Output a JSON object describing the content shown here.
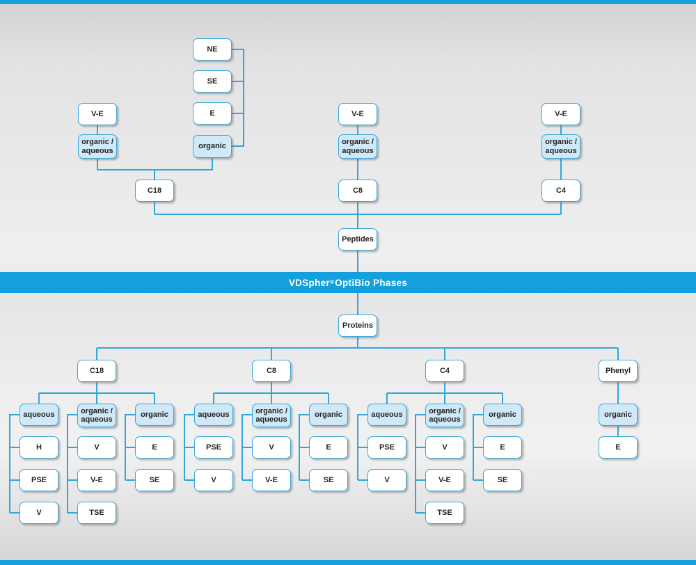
{
  "banner": {
    "brand": "VDSpher",
    "trademark": "®",
    "suffix": " OptiBio Phases"
  },
  "peptides": {
    "root_label": "Peptides",
    "groups": [
      {
        "column": "C18",
        "stacks": [
          {
            "eluents": [
              "V-E"
            ],
            "mode": "organic /\naqueous"
          },
          {
            "eluents": [
              "NE",
              "SE",
              "E"
            ],
            "mode": "organic"
          }
        ]
      },
      {
        "column": "C8",
        "stacks": [
          {
            "eluents": [
              "V-E"
            ],
            "mode": "organic /\naqueous"
          }
        ]
      },
      {
        "column": "C4",
        "stacks": [
          {
            "eluents": [
              "V-E"
            ],
            "mode": "organic /\naqueous"
          }
        ]
      }
    ]
  },
  "proteins": {
    "root_label": "Proteins",
    "groups": [
      {
        "column": "C18",
        "modes": [
          {
            "label": "aqueous",
            "children": [
              "H",
              "PSE",
              "V"
            ]
          },
          {
            "label": "organic /\naqueous",
            "children": [
              "V",
              "V-E",
              "TSE"
            ]
          },
          {
            "label": "organic",
            "children": [
              "E",
              "SE"
            ]
          }
        ]
      },
      {
        "column": "C8",
        "modes": [
          {
            "label": "aqueous",
            "children": [
              "PSE",
              "V"
            ]
          },
          {
            "label": "organic /\naqueous",
            "children": [
              "V",
              "V-E"
            ]
          },
          {
            "label": "organic",
            "children": [
              "E",
              "SE"
            ]
          }
        ]
      },
      {
        "column": "C4",
        "modes": [
          {
            "label": "aqueous",
            "children": [
              "PSE",
              "V"
            ]
          },
          {
            "label": "organic /\naqueous",
            "children": [
              "V",
              "V-E",
              "TSE"
            ]
          },
          {
            "label": "organic",
            "children": [
              "E",
              "SE"
            ]
          }
        ]
      },
      {
        "column": "Phenyl",
        "modes": [
          {
            "label": "organic",
            "children": [
              "E"
            ]
          }
        ]
      }
    ]
  },
  "colors": {
    "accent_blue": "#14a0dc",
    "line_blue": "#2ea7db",
    "light_fill": "#cfe9f8",
    "text": "#262220"
  }
}
